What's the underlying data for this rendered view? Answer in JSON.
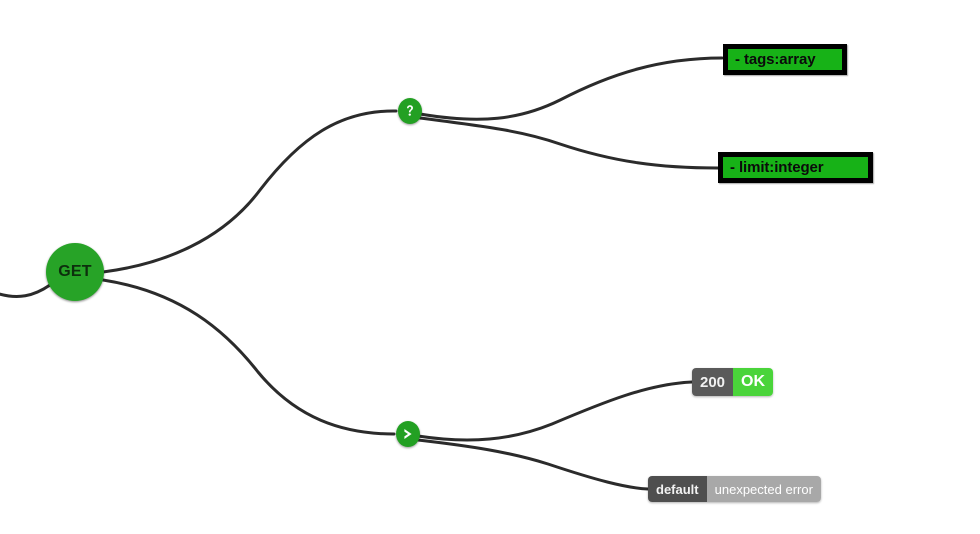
{
  "diagram": {
    "type": "api-operation-tree",
    "background_color": "#ffffff",
    "edge_color": "#2b2b2b",
    "root": {
      "label": "GET",
      "icon": "http-method-circle",
      "color": "#27a327",
      "text_color": "#0d2f0d"
    },
    "branches": [
      {
        "id": "parameters",
        "icon_name": "question-mark-icon",
        "glyph": "?",
        "color": "#23a023",
        "children": [
          {
            "id": "tags",
            "label": "- tags:array",
            "fill": "#17b217",
            "border": "#000000",
            "text_color": "#0b0b0b"
          },
          {
            "id": "limit",
            "label": "- limit:integer",
            "fill": "#17b217",
            "border": "#000000",
            "text_color": "#0b0b0b"
          }
        ]
      },
      {
        "id": "responses",
        "icon_name": "arrow-right-icon",
        "glyph": "➤",
        "color": "#23a023",
        "children": [
          {
            "id": "response-200",
            "code": "200",
            "description": "OK",
            "code_bg": "#5a5a5a",
            "desc_bg": "#4ad43a"
          },
          {
            "id": "response-default",
            "code": "default",
            "description": "unexpected error",
            "code_bg": "#4f4f4f",
            "desc_bg": "#a8a8a8"
          }
        ]
      }
    ]
  }
}
